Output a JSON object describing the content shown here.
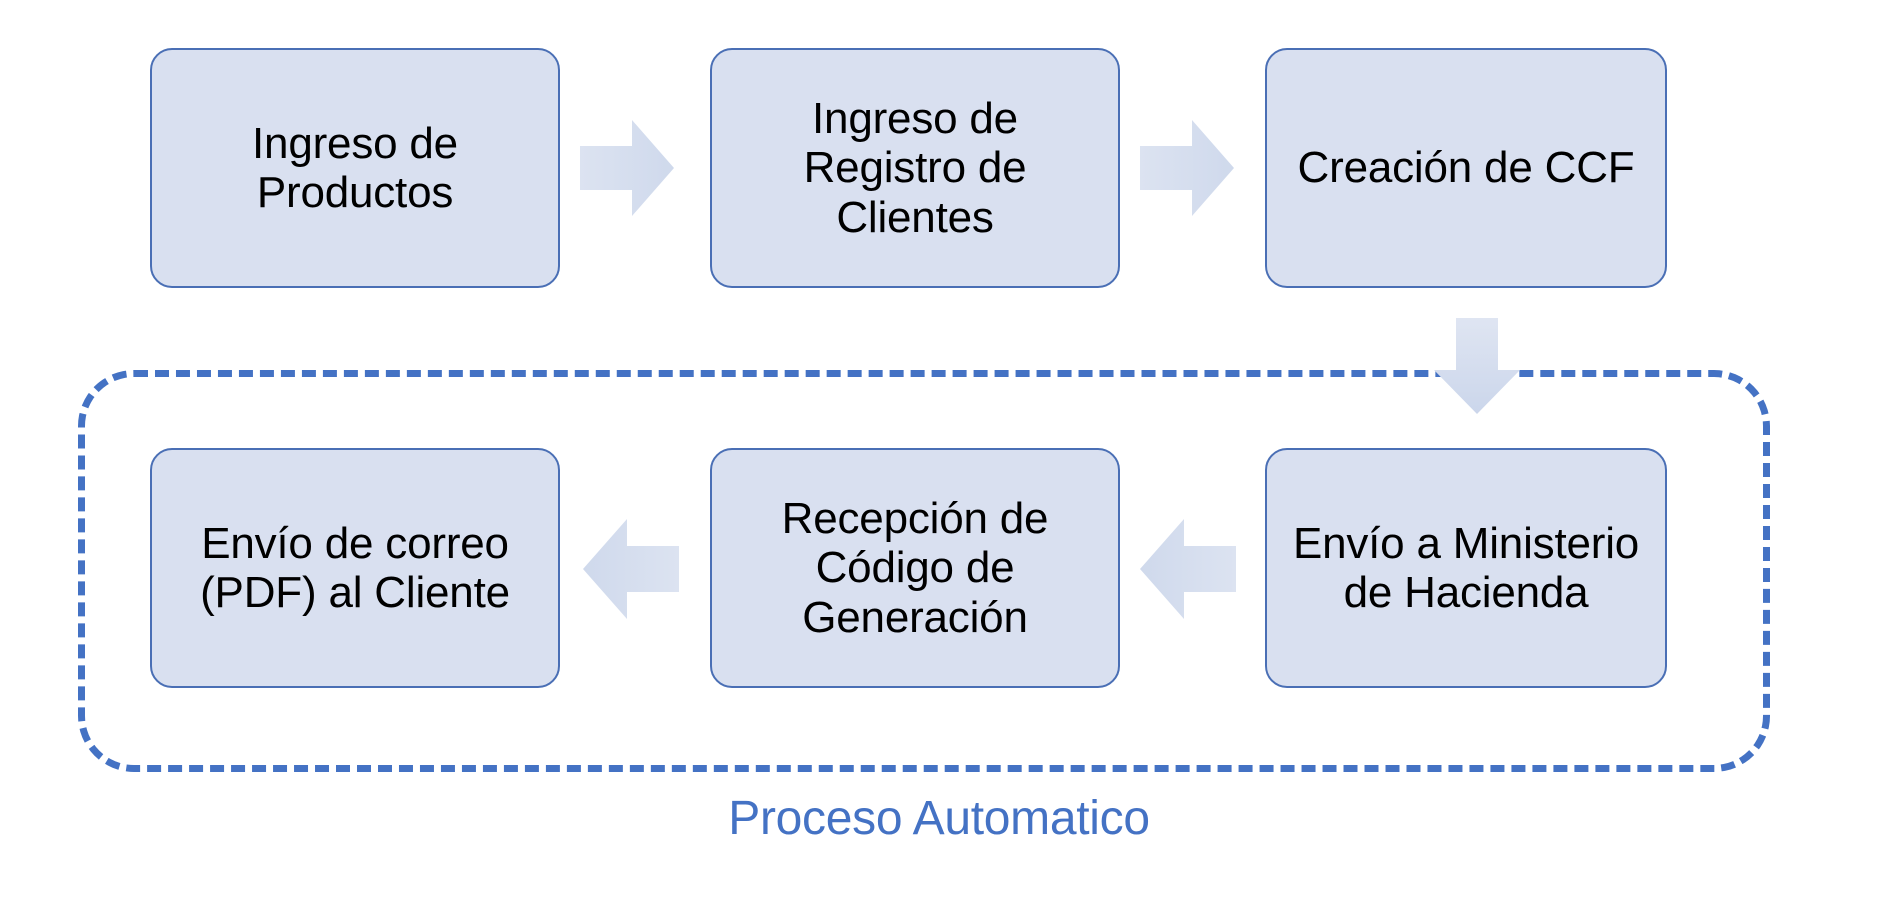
{
  "diagram": {
    "title_caption": "Proceso Automatico",
    "accent_color": "#4472C4",
    "node_fill": "#D9E0F0",
    "node_border": "#4A6FB5",
    "arrow_fill": "#D6DEEE",
    "nodes": [
      {
        "id": "productos",
        "label": "Ingreso de Productos"
      },
      {
        "id": "clientes",
        "label": "Ingreso de Registro de Clientes"
      },
      {
        "id": "ccf",
        "label": "Creación de CCF"
      },
      {
        "id": "hacienda",
        "label": "Envío a Ministerio de Hacienda"
      },
      {
        "id": "codigo",
        "label": "Recepción de Código de Generación"
      },
      {
        "id": "correo",
        "label": "Envío de correo (PDF) al Cliente"
      }
    ],
    "connectors": [
      {
        "id": "arrow-1",
        "direction": "right"
      },
      {
        "id": "arrow-2",
        "direction": "right"
      },
      {
        "id": "arrow-down",
        "direction": "down"
      },
      {
        "id": "arrow-3",
        "direction": "left"
      },
      {
        "id": "arrow-4",
        "direction": "left"
      }
    ],
    "group": {
      "label": "Proceso Automatico",
      "style": "dashed"
    }
  }
}
